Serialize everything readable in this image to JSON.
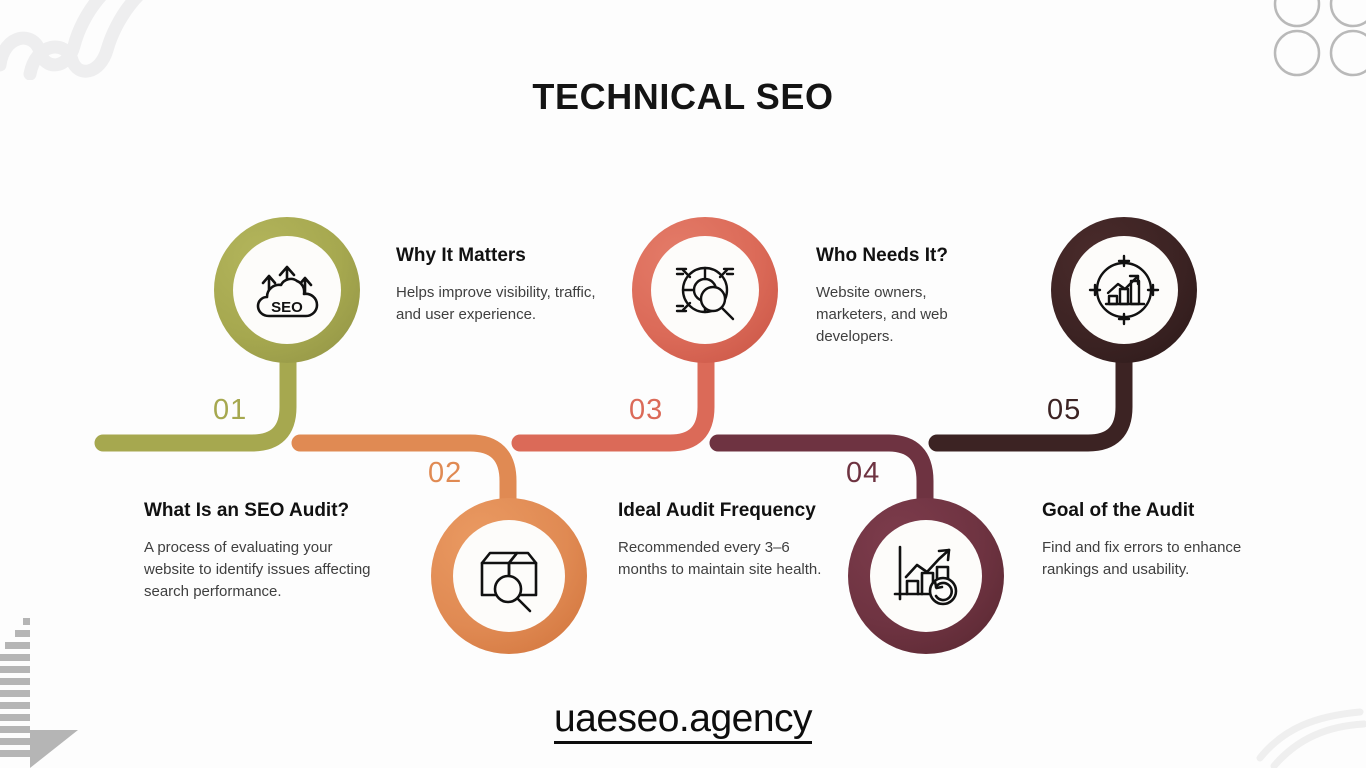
{
  "page": {
    "title": "TECHNICAL SEO",
    "footer_url": "uaeseo.agency",
    "background": "#fdfdfd",
    "decor": {
      "squiggle_color": "#ececed",
      "circles_color": "#b9b9b9",
      "stripes_color": "#b5b5b5",
      "swoosh_color": "#ececec"
    }
  },
  "steps": [
    {
      "number": "01",
      "title": "What Is an SEO Audit?",
      "body": "A process of evaluating your website to identify issues affecting search performance.",
      "color": "#a6a84f",
      "color_dark": "#8f9144",
      "icon": "seo-cloud-arrows-icon",
      "row": "top"
    },
    {
      "number": "02",
      "title": "Why It Matters",
      "body": "Helps improve visibility, traffic, and user experience.",
      "color": "#e08a53",
      "color_dark": "#d2743c",
      "icon": "box-magnifier-icon",
      "row": "bottom"
    },
    {
      "number": "03",
      "title": "Ideal Audit Frequency",
      "body": "Recommended every 3–6 months to maintain site health.",
      "color": "#db6a58",
      "color_dark": "#cc5746",
      "icon": "pie-chart-magnifier-icon",
      "row": "top"
    },
    {
      "number": "04",
      "title": "Who Needs It?",
      "body": "Website owners, marketers, and web developers.",
      "color": "#6e3341",
      "color_dark": "#5d2a37",
      "icon": "bar-chart-refresh-icon",
      "row": "bottom"
    },
    {
      "number": "05",
      "title": "Goal of the Audit",
      "body": "Find and fix errors to enhance rankings and usability.",
      "color": "#3c2323",
      "color_dark": "#301c1c",
      "icon": "target-growth-chart-icon",
      "row": "top"
    }
  ]
}
